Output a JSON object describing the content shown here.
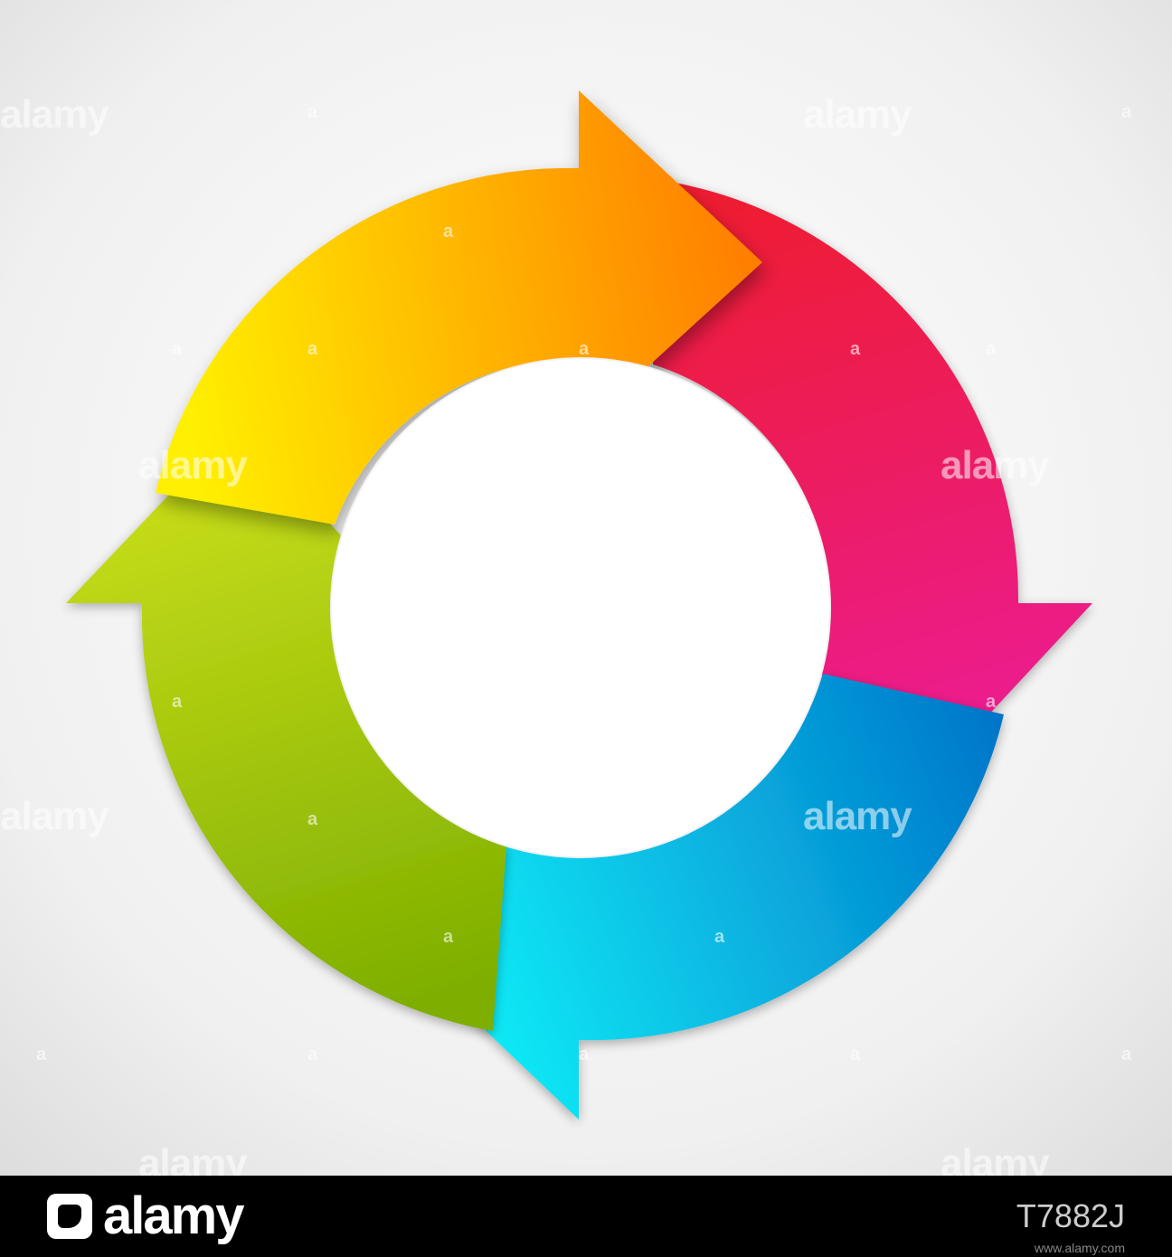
{
  "diagram": {
    "arrows": [
      {
        "name": "yellow-orange",
        "color_start": "#ffef00",
        "color_end": "#ff7d00"
      },
      {
        "name": "red-magenta",
        "color_start": "#ee1b32",
        "color_end": "#eb1b99"
      },
      {
        "name": "blue-cyan",
        "color_start": "#0075c9",
        "color_end": "#13f5fa"
      },
      {
        "name": "green",
        "color_start": "#cbdf1b",
        "color_end": "#7dae00"
      }
    ]
  },
  "watermark": {
    "word": "alamy",
    "glyph": "a"
  },
  "footer": {
    "logo_text": "alamy",
    "image_id": "T7882J",
    "url": "www.alamy.com"
  }
}
